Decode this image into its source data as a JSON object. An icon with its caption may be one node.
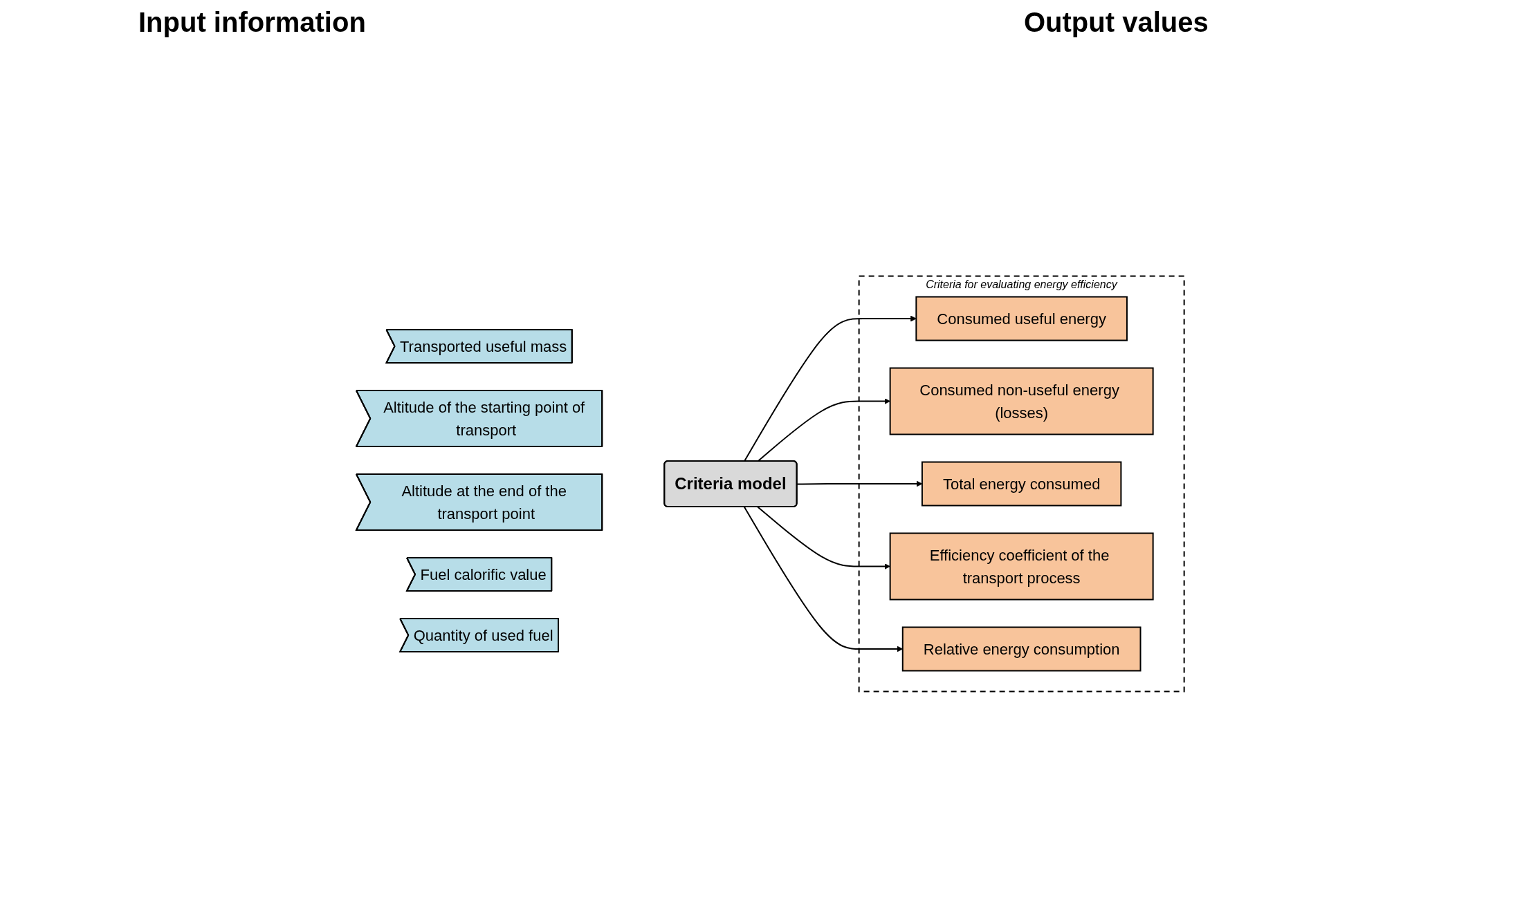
{
  "diagram": {
    "nodes": [
      {
        "text": [
          "Transported useful mass"
        ]
      },
      {
        "text": [
          "Altitude of the starting point of transport"
        ]
      },
      {
        "text": [
          "Altitude at the end of the transport point"
        ]
      },
      {
        "text": [
          "Fuel calorific value"
        ]
      },
      {
        "text": [
          "Quantity of used fuel"
        ]
      },
      {
        "text": [
          "Criteria model"
        ]
      },
      {
        "text": [
          "Criteria for evaluating energy efficiency"
        ]
      },
      {
        "text": [
          "Consumed useful energy"
        ],
        "in": 6
      },
      {
        "text": [
          "Consumed non-useful energy (losses)"
        ],
        "in": 6
      },
      {
        "text": [
          "Total energy consumed"
        ],
        "in": 6
      },
      {
        "text": [
          "Efficiency coefficient of the transport process"
        ],
        "in": 6
      },
      {
        "text": [
          "Relative energy consumption"
        ],
        "in": 6
      }
    ],
    "edges": [
      {
        "from": 5,
        "to": 7,
        "arrow": "to"
      },
      {
        "from": 5,
        "to": 8,
        "arrow": "to"
      },
      {
        "from": 5,
        "to": 9,
        "arrow": "to"
      },
      {
        "from": 5,
        "to": 10,
        "arrow": "to"
      },
      {
        "from": 5,
        "to": 11,
        "arrow": "to"
      }
    ],
    "labels": [
      "Input information",
      "Output values"
    ]
  }
}
